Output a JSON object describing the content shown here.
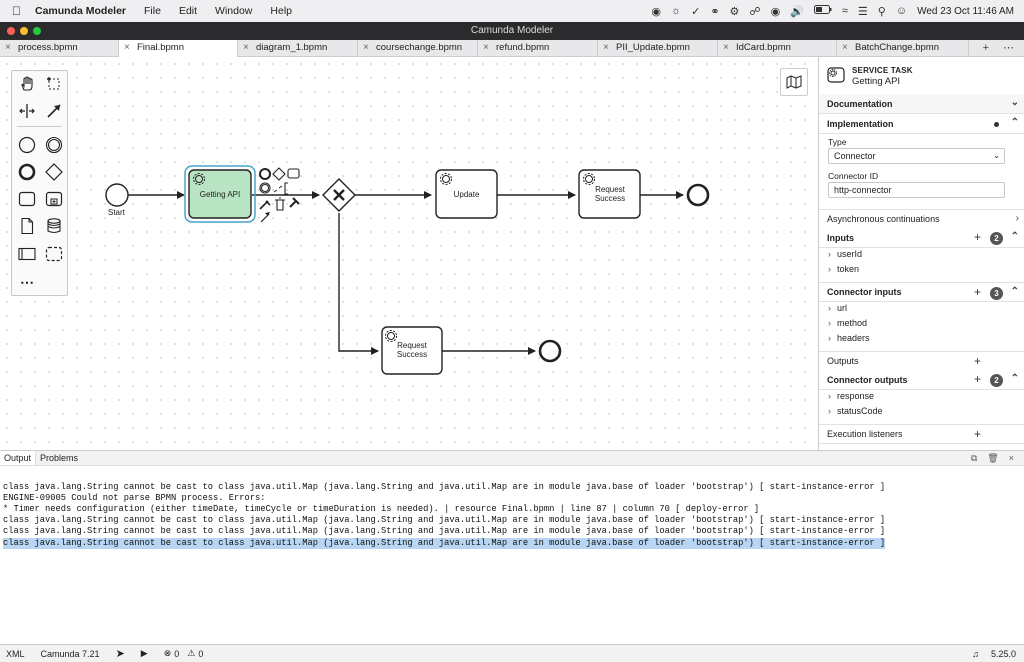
{
  "menubar": {
    "app_name": "Camunda Modeler",
    "menus": [
      "File",
      "Edit",
      "Window",
      "Help"
    ],
    "clock": "Wed 23 Oct  11:46 AM"
  },
  "window": {
    "title": "Camunda Modeler"
  },
  "tabs": [
    {
      "label": "process.bpmn",
      "active": false
    },
    {
      "label": "Final.bpmn",
      "active": true
    },
    {
      "label": "diagram_1.bpmn",
      "active": false
    },
    {
      "label": "coursechange.bpmn",
      "active": false
    },
    {
      "label": "refund.bpmn",
      "active": false
    },
    {
      "label": "PII_Update.bpmn",
      "active": false
    },
    {
      "label": "IdCard.bpmn",
      "active": false
    },
    {
      "label": "BatchChange.bpmn",
      "active": false
    }
  ],
  "diagram": {
    "start_label": "Start",
    "tasks": {
      "getting_api": "Getting API",
      "update": "Update",
      "request_success_top": "Request Success",
      "request_success_bottom": "Request Success"
    }
  },
  "properties": {
    "element_type": "SERVICE TASK",
    "element_name": "Getting API",
    "sections": {
      "documentation": "Documentation",
      "implementation": "Implementation",
      "async": "Asynchronous continuations",
      "inputs": "Inputs",
      "inputs_count": "2",
      "connector_inputs": "Connector inputs",
      "connector_inputs_count": "3",
      "outputs": "Outputs",
      "connector_outputs": "Connector outputs",
      "connector_outputs_count": "2",
      "execution_listeners": "Execution listeners"
    },
    "type_label": "Type",
    "type_value": "Connector",
    "connector_id_label": "Connector ID",
    "connector_id_value": "http-connector",
    "inputs": [
      "userId",
      "token"
    ],
    "connector_inputs": [
      "url",
      "method",
      "headers"
    ],
    "connector_outputs": [
      "response",
      "statusCode"
    ]
  },
  "bottom_panel": {
    "tabs": [
      "Output",
      "Problems"
    ],
    "log": [
      "class java.lang.String cannot be cast to class java.util.Map (java.lang.String and java.util.Map are in module java.base of loader 'bootstrap') [ start-instance-error ]",
      "ENGINE-09005 Could not parse BPMN process. Errors:",
      "* Timer needs configuration (either timeDate, timeCycle or timeDuration is needed). | resource Final.bpmn | line 87 | column 70 [ deploy-error ]",
      "class java.lang.String cannot be cast to class java.util.Map (java.lang.String and java.util.Map are in module java.base of loader 'bootstrap') [ start-instance-error ]",
      "class java.lang.String cannot be cast to class java.util.Map (java.lang.String and java.util.Map are in module java.base of loader 'bootstrap') [ start-instance-error ]",
      "class java.lang.String cannot be cast to class java.util.Map (java.lang.String and java.util.Map are in module java.base of loader 'bootstrap') [ start-instance-error ]"
    ]
  },
  "statusbar": {
    "xml": "XML",
    "engine": "Camunda 7.21",
    "errors": "0",
    "warnings": "0",
    "version": "5.25.0"
  },
  "colors": {
    "selected_task_fill": "#b9e4c4",
    "selection_outline": "#4aa3c8",
    "highlight": "#b8d6f3"
  }
}
